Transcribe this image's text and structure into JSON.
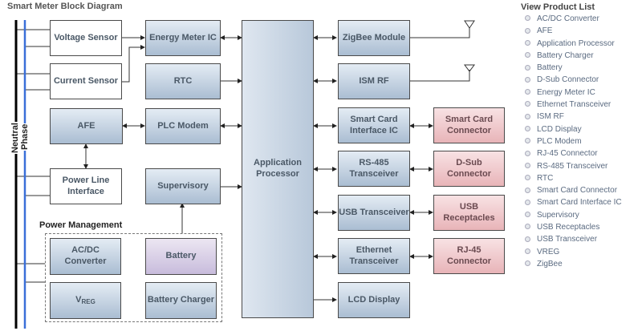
{
  "title": "Smart Meter Block Diagram",
  "bus": {
    "neutral": "Neutral",
    "phase": "Phase"
  },
  "colors": {
    "block_blue": "#b8c8da",
    "connector_pink": "#e8b4b8",
    "battery_purple": "#c8bcdc",
    "phase_line": "#3a6fd8",
    "neutral_line": "#000000"
  },
  "blocks": {
    "voltage_sensor": "Voltage Sensor",
    "current_sensor": "Current Sensor",
    "energy_meter_ic": "Energy Meter IC",
    "rtc": "RTC",
    "afe": "AFE",
    "plc_modem": "PLC Modem",
    "power_line_interface": "Power Line Interface",
    "supervisory": "Supervisory",
    "application_processor": "Application Processor",
    "zigbee_module": "ZigBee Module",
    "ism_rf": "ISM RF",
    "smart_card_ic": "Smart Card Interface IC",
    "rs485": "RS-485 Transceiver",
    "usb_transceiver": "USB Transceiver",
    "ethernet": "Ethernet Transceiver",
    "lcd_display": "LCD Display",
    "smart_card_connector": "Smart Card Connector",
    "dsub_connector": "D-Sub Connector",
    "usb_receptacles": "USB Receptacles",
    "rj45_connector": "RJ-45 Connector",
    "acdc_converter": "AC/DC Converter",
    "battery": "Battery",
    "vreg_main": "V",
    "vreg_sub": "REG",
    "battery_charger": "Battery Charger"
  },
  "power_management_label": "Power Management",
  "product_list": {
    "title": "View Product List",
    "items": [
      "AC/DC Converter",
      "AFE",
      "Application Processor",
      "Battery Charger",
      "Battery",
      "D-Sub Connector",
      "Energy Meter IC",
      "Ethernet Transceiver",
      "ISM RF",
      "LCD Display",
      "PLC Modem",
      "RJ-45 Connector",
      "RS-485 Transceiver",
      "RTC",
      "Smart Card Connector",
      "Smart Card Interface IC",
      "Supervisory",
      "USB Receptacles",
      "USB Transceiver",
      "VREG",
      "ZigBee"
    ]
  }
}
